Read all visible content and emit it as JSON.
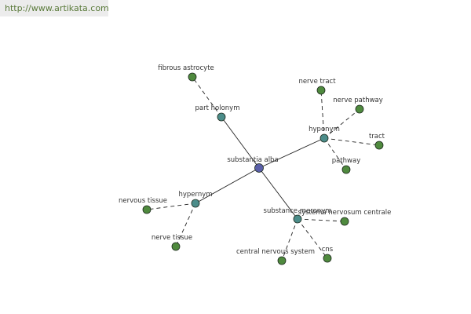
{
  "site": {
    "url": "http://www.artikata.com"
  },
  "colors": {
    "center": "#5a5fa8",
    "relation": "#4c8d8a",
    "leaf": "#4f8a3e",
    "edge": "#222222",
    "label": "#333333"
  },
  "graph": {
    "nodes": [
      {
        "id": "center",
        "label": "substantia alba",
        "kind": "center"
      },
      {
        "id": "part_holonym",
        "label": "part holonym",
        "kind": "relation"
      },
      {
        "id": "hyponym",
        "label": "hyponym",
        "kind": "relation"
      },
      {
        "id": "hypernym",
        "label": "hypernym",
        "kind": "relation"
      },
      {
        "id": "substance_meronym",
        "label": "substance meronym",
        "kind": "relation"
      },
      {
        "id": "fibrous_astrocyte",
        "label": "fibrous astrocyte",
        "kind": "leaf"
      },
      {
        "id": "nerve_tract",
        "label": "nerve tract",
        "kind": "leaf"
      },
      {
        "id": "nerve_pathway",
        "label": "nerve pathway",
        "kind": "leaf"
      },
      {
        "id": "tract",
        "label": "tract",
        "kind": "leaf"
      },
      {
        "id": "pathway",
        "label": "pathway",
        "kind": "leaf"
      },
      {
        "id": "nervous_tissue",
        "label": "nervous tissue",
        "kind": "leaf"
      },
      {
        "id": "nerve_tissue",
        "label": "nerve tissue",
        "kind": "leaf"
      },
      {
        "id": "systema_nervosum_centrale",
        "label": "systema nervosum centrale",
        "kind": "leaf"
      },
      {
        "id": "central_nervous_system",
        "label": "central nervous system",
        "kind": "leaf"
      },
      {
        "id": "cns",
        "label": "cns",
        "kind": "leaf"
      }
    ],
    "edges": [
      {
        "from": "center",
        "to": "part_holonym",
        "style": "solid"
      },
      {
        "from": "center",
        "to": "hyponym",
        "style": "solid"
      },
      {
        "from": "center",
        "to": "hypernym",
        "style": "solid"
      },
      {
        "from": "center",
        "to": "substance_meronym",
        "style": "solid"
      },
      {
        "from": "part_holonym",
        "to": "fibrous_astrocyte",
        "style": "dashed"
      },
      {
        "from": "hyponym",
        "to": "nerve_tract",
        "style": "dashed"
      },
      {
        "from": "hyponym",
        "to": "nerve_pathway",
        "style": "dashed"
      },
      {
        "from": "hyponym",
        "to": "tract",
        "style": "dashed"
      },
      {
        "from": "hyponym",
        "to": "pathway",
        "style": "dashed"
      },
      {
        "from": "hypernym",
        "to": "nervous_tissue",
        "style": "dashed"
      },
      {
        "from": "hypernym",
        "to": "nerve_tissue",
        "style": "dashed"
      },
      {
        "from": "substance_meronym",
        "to": "systema_nervosum_centrale",
        "style": "dashed"
      },
      {
        "from": "substance_meronym",
        "to": "central_nervous_system",
        "style": "dashed"
      },
      {
        "from": "substance_meronym",
        "to": "cns",
        "style": "dashed"
      }
    ]
  }
}
